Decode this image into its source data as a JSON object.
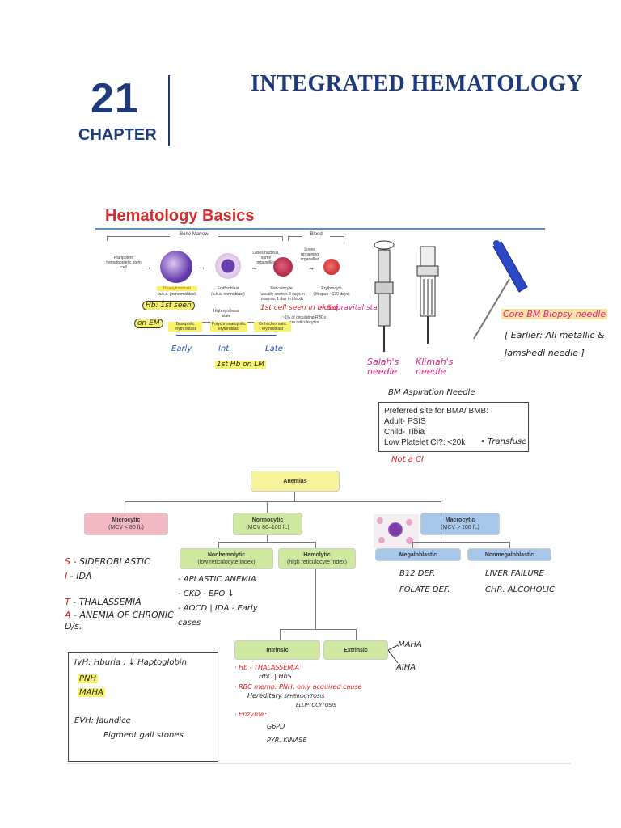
{
  "header": {
    "chapter_number": "21",
    "chapter_label": "CHAPTER",
    "title": "INTEGRATED HEMATOLOGY"
  },
  "basics": {
    "title": "Hematology Basics",
    "bone_marrow": "Bone Marrow",
    "blood": "Blood",
    "stem_cell": "Pluripotent hematopoietic stem cell",
    "proerythroblast": "Proerythroblast",
    "proerythroblast_sub": "(a.k.a. pronormoblast)",
    "erythroblast": "Erythroblast",
    "erythroblast_sub": "(a.k.a. normoblast)",
    "loses_nucleus": "Loses nucleus, some organelles",
    "reticulocyte": "Reticulocyte",
    "reticulocyte_sub": "(usually spends 3 days in marrow, 1 day in blood)",
    "loses_organelles": "Loses remaining organelles",
    "erythrocyte": "Erythrocyte",
    "erythrocyte_sub": "(lifespan ~120 days)",
    "high_synthesis": "High synthesis state",
    "basophilic": "Basophilic erythroblast",
    "polychromatophilic": "Polychromatophilic erythroblast",
    "orthochromatic": "Orthochromatic erythroblast",
    "retic_percent": "~1% of circulating RBCs are reticulocytes",
    "note_hb": "Hb: 1st seen",
    "note_on_em": "on EM",
    "note_first_blood": "1st cell seen in blood",
    "note_supravital": "→ Supravital stain",
    "note_early": "Early",
    "note_int": "Int.",
    "note_late": "Late",
    "note_lm": "1st Hb on LM",
    "salah": "Salah's needle",
    "klima": "Klimah's needle",
    "aspiration": "BM Aspiration Needle",
    "core_biopsy": "Core BM Biopsy needle",
    "earlier_note": "[ Earlier: All metallic & Jamshedi needle ]",
    "pref_title": "Preferred site for BMA/ BMB:",
    "pref_adult": "Adult- PSIS",
    "pref_child": "Child- Tibia",
    "pref_platelet": "Low Platelet CI?: <20k",
    "pref_transfuse": "• Transfuse",
    "not_ci": "Not a CI"
  },
  "anemias": {
    "root": "Anemias",
    "microcytic": "Microcytic",
    "microcytic_sub": "(MCV < 80 fL)",
    "normocytic": "Normocytic",
    "normocytic_sub": "(MCV 80–100 fL)",
    "macrocytic": "Macrocytic",
    "macrocytic_sub": "(MCV > 100 fL)",
    "nonhemolytic": "Nonhemolytic",
    "nonhemolytic_sub": "(low reticulocyte index)",
    "hemolytic": "Hemolytic",
    "hemolytic_sub": "(high reticulocyte index)",
    "megaloblastic": "Megaloblastic",
    "nonmegaloblastic": "Nonmegaloblastic",
    "intrinsic": "Intrinsic",
    "extrinsic": "Extrinsic",
    "micro_list": [
      {
        "letter": "S",
        "text": "- SIDEROBLASTIC"
      },
      {
        "letter": "I",
        "text": "- IDA"
      },
      {
        "letter": "T",
        "text": "- THALASSEMIA"
      },
      {
        "letter": "A",
        "text": "- ANEMIA OF CHRONIC D/s."
      }
    ],
    "nonhemo_list": [
      "- APLASTIC ANEMIA",
      "- CKD - EPO ↓",
      "- AOCD | IDA - Early cases"
    ],
    "mega_list": [
      "B12 DEF.",
      "FOLATE DEF."
    ],
    "nonmega_list": [
      "LIVER FAILURE",
      "CHR. ALCOHOLIC"
    ],
    "extrinsic_list": [
      "MAHA",
      "AIHA"
    ],
    "intrinsic_hb": "· Hb - THALASSEMIA",
    "intrinsic_hb2": "HbC | HbS",
    "intrinsic_rbc": "· RBC memb: PNH: only acquired cause",
    "intrinsic_hered": "Hereditary",
    "intrinsic_sphero": "SPHEROCYTOSIS",
    "intrinsic_ellipto": "ELLIPTOCYTOSIS",
    "intrinsic_enzyme": "· Enzyme:",
    "intrinsic_g6pd": "G6PD",
    "intrinsic_pyr": "PYR. KINASE"
  },
  "ivh_box": {
    "ivh": "IVH: Hburia , ↓ Haptoglobin",
    "pnh": "PNH",
    "maha": "MAHA",
    "evh": "EVH: Jaundice",
    "pigment": "Pigment gall stones"
  }
}
